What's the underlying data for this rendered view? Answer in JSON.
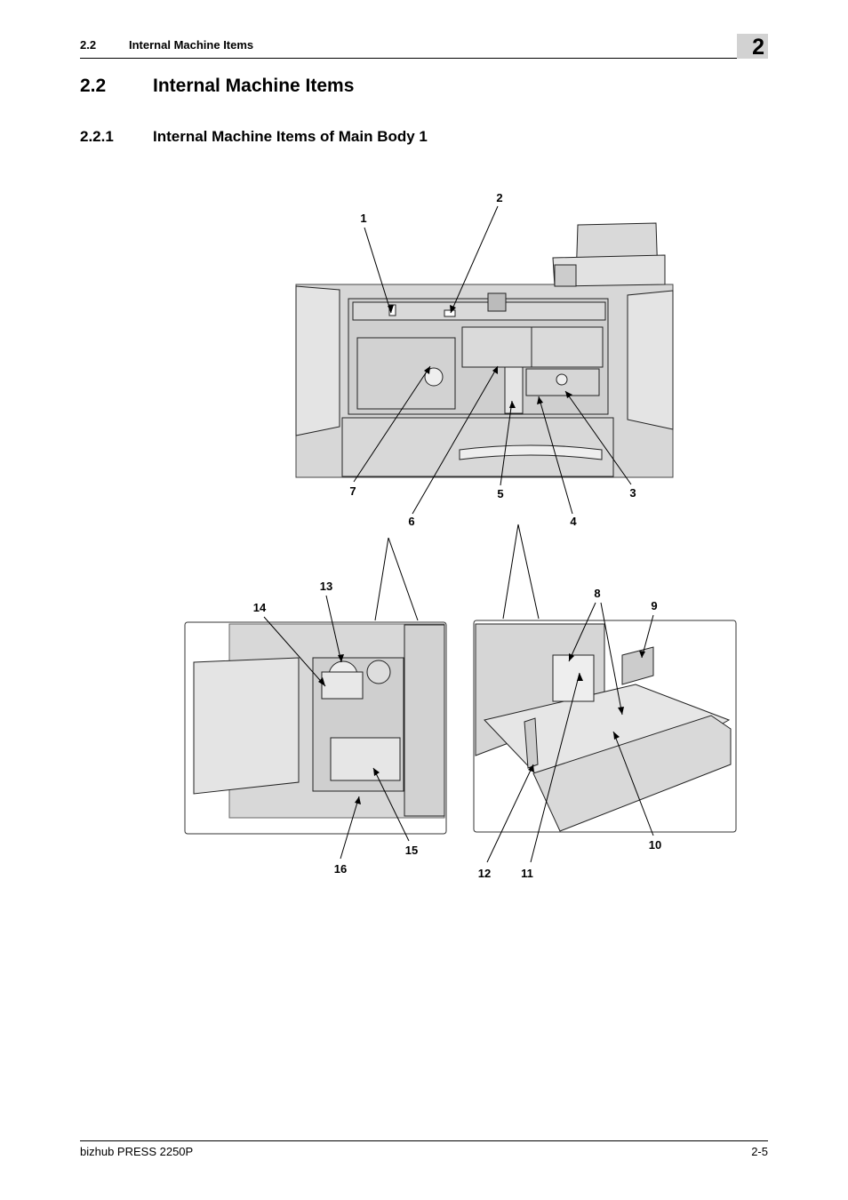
{
  "header": {
    "section": "2.2",
    "title": "Internal Machine Items",
    "chapter": "2"
  },
  "heading1": {
    "number": "2.2",
    "title": "Internal Machine Items"
  },
  "heading2": {
    "number": "2.2.1",
    "title": "Internal Machine Items of Main Body 1"
  },
  "callouts": [
    "1",
    "2",
    "3",
    "4",
    "5",
    "6",
    "7",
    "8",
    "9",
    "10",
    "11",
    "12",
    "13",
    "14",
    "15",
    "16"
  ],
  "footer": {
    "product": "bizhub PRESS 2250P",
    "page": "2-5"
  }
}
